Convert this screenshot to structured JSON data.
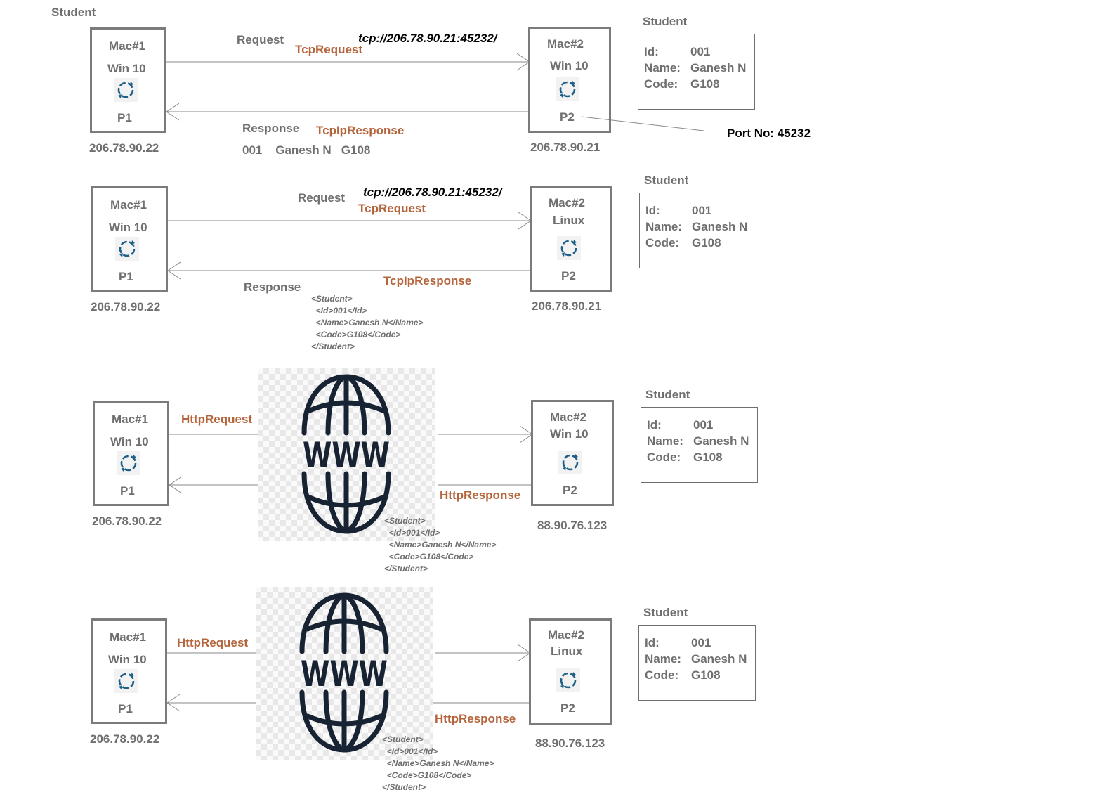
{
  "diagram_title": "Student",
  "port_label": "Port No: 45232",
  "colors": {
    "box_border": "#7b7b7b",
    "label_gray": "#6f6f6f",
    "accent_orange": "#b5653c",
    "line": "#8a8a8a",
    "globe": "#172233"
  },
  "scenarios": [
    {
      "client": {
        "name": "Mac#1",
        "os": "Win 10",
        "process": "P1",
        "ip": "206.78.90.22",
        "icon": "process-cycle-icon"
      },
      "server": {
        "name": "Mac#2",
        "os": "Win 10",
        "process": "P2",
        "ip": "206.78.90.21",
        "icon": "process-cycle-icon"
      },
      "request_label": "Request",
      "request_type": "TcpRequest",
      "url": "tcp://206.78.90.21:45232/",
      "response_label": "Response",
      "response_type": "TcpIpResponse",
      "response_plain": "001    Ganesh N   G108",
      "record": {
        "title": "Student",
        "id_label": "Id:",
        "id": "001",
        "name_label": "Name:",
        "name": "Ganesh N",
        "code_label": "Code:",
        "code": "G108"
      }
    },
    {
      "client": {
        "name": "Mac#1",
        "os": "Win 10",
        "process": "P1",
        "ip": "206.78.90.22",
        "icon": "process-cycle-icon"
      },
      "server": {
        "name": "Mac#2",
        "os": "Linux",
        "process": "P2",
        "ip": "206.78.90.21",
        "icon": "process-cycle-icon"
      },
      "request_label": "Request",
      "request_type": "TcpRequest",
      "url": "tcp://206.78.90.21:45232/",
      "response_label": "Response",
      "response_type": "TcpIpResponse",
      "response_xml": "<Student>\n  <Id>001</Id>\n  <Name>Ganesh N</Name>\n  <Code>G108</Code>\n</Student>",
      "record": {
        "title": "Student",
        "id_label": "Id:",
        "id": "001",
        "name_label": "Name:",
        "name": "Ganesh N",
        "code_label": "Code:",
        "code": "G108"
      }
    },
    {
      "client": {
        "name": "Mac#1",
        "os": "Win 10",
        "process": "P1",
        "ip": "206.78.90.22",
        "icon": "process-cycle-icon"
      },
      "server": {
        "name": "Mac#2",
        "os": "Win 10",
        "process": "P2",
        "ip": "88.90.76.123",
        "icon": "process-cycle-icon"
      },
      "request_type": "HttpRequest",
      "response_type": "HttpResponse",
      "network": {
        "label": "WWW",
        "icon": "www-globe-icon"
      },
      "response_xml": "<Student>\n  <Id>001</Id>\n  <Name>Ganesh N</Name>\n  <Code>G108</Code>\n</Student>",
      "record": {
        "title": "Student",
        "id_label": "Id:",
        "id": "001",
        "name_label": "Name:",
        "name": "Ganesh N",
        "code_label": "Code:",
        "code": "G108"
      }
    },
    {
      "client": {
        "name": "Mac#1",
        "os": "Win 10",
        "process": "P1",
        "ip": "206.78.90.22",
        "icon": "process-cycle-icon"
      },
      "server": {
        "name": "Mac#2",
        "os": "Linux",
        "process": "P2",
        "ip": "88.90.76.123",
        "icon": "process-cycle-icon"
      },
      "request_type": "HttpRequest",
      "response_type": "HttpResponse",
      "network": {
        "label": "WWW",
        "icon": "www-globe-icon"
      },
      "response_xml": "<Student>\n  <Id>001</Id>\n  <Name>Ganesh N</Name>\n  <Code>G108</Code>\n</Student>",
      "record": {
        "title": "Student",
        "id_label": "Id:",
        "id": "001",
        "name_label": "Name:",
        "name": "Ganesh N",
        "code_label": "Code:",
        "code": "G108"
      }
    }
  ]
}
